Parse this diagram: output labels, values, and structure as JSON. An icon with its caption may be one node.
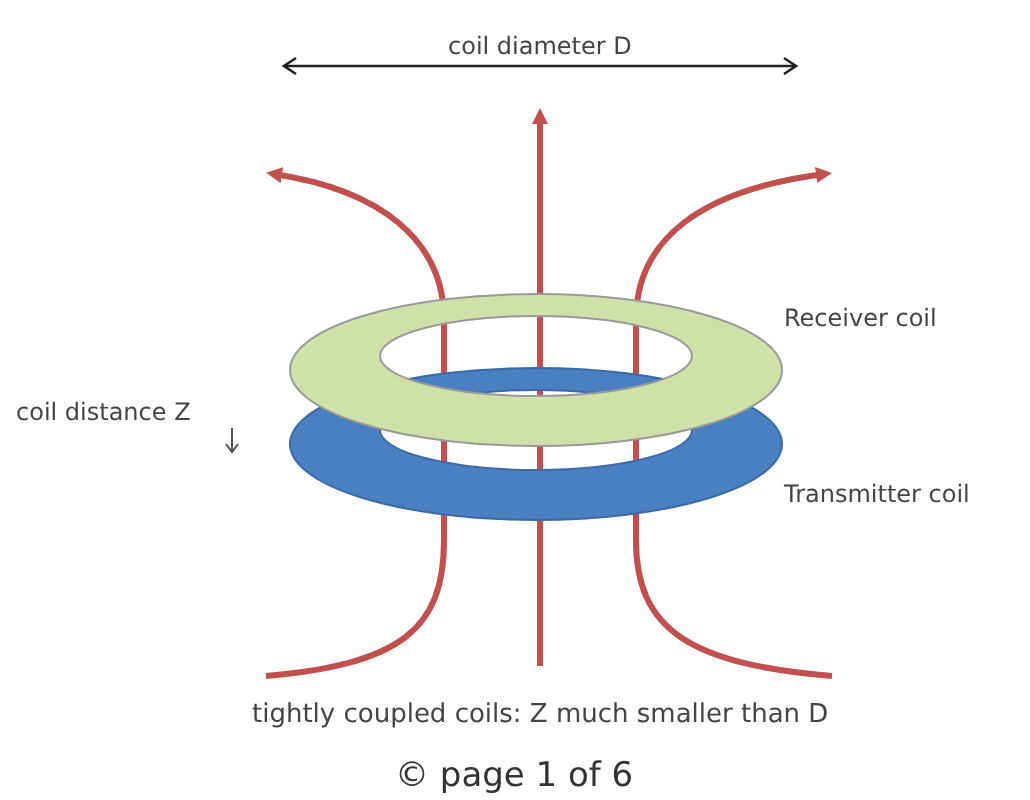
{
  "diagram": {
    "caption": "tightly coupled coils: Z much smaller than D",
    "nodes": [
      {
        "text": [],
        "shape": "ring",
        "beside": [
          "Receiver coil"
        ]
      },
      {
        "text": [],
        "shape": "ring",
        "beside": [
          "Transmitter coil"
        ]
      }
    ],
    "labels": [
      "coil diameter D",
      "coil distance Z",
      "© page 1 of 6"
    ]
  }
}
